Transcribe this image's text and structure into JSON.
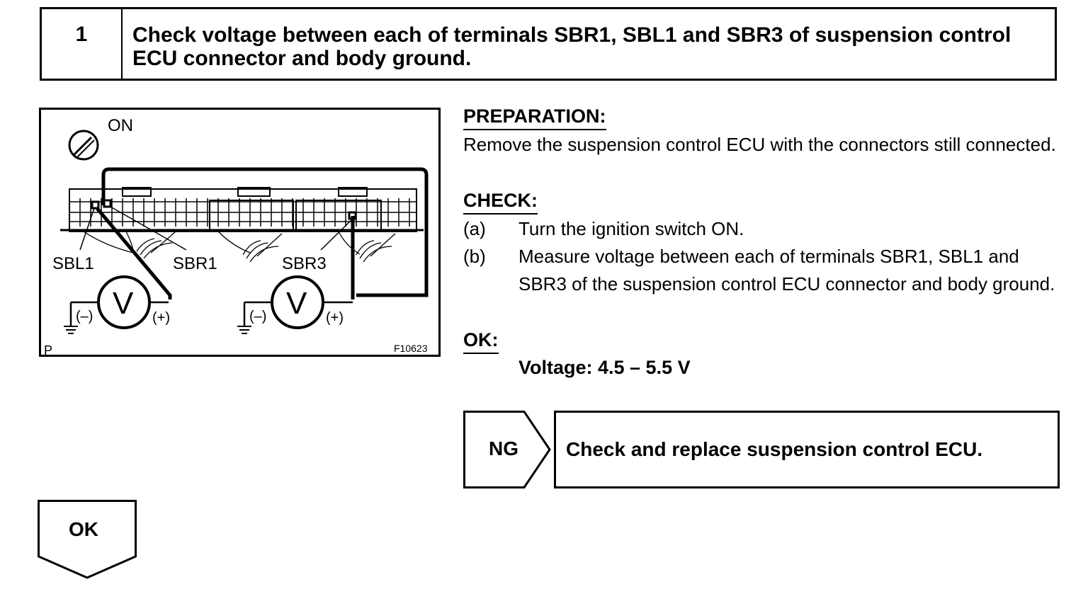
{
  "step": {
    "number": "1",
    "title": "Check voltage between each of terminals SBR1, SBL1 and SBR3 of suspension control ECU connector and body ground."
  },
  "figure": {
    "ignition_label": "ON",
    "terminal_labels": [
      "SBL1",
      "SBR1",
      "SBR3"
    ],
    "meter_symbol": "V",
    "neg_label": "(–)",
    "pos_label": "(+)",
    "corner_mark": "P",
    "figure_code": "F10623"
  },
  "preparation": {
    "heading": "PREPARATION:",
    "text": "Remove the suspension control ECU with the connectors still connected."
  },
  "check": {
    "heading": "CHECK:",
    "items": [
      {
        "letter": "(a)",
        "text": "Turn the ignition switch ON."
      },
      {
        "letter": "(b)",
        "text": "Measure voltage between each of terminals SBR1, SBL1 and SBR3 of the suspension control ECU connector and body ground."
      }
    ]
  },
  "ok": {
    "heading": "OK:",
    "spec": "Voltage: 4.5 – 5.5 V"
  },
  "ng_branch": {
    "label": "NG",
    "action": "Check and replace suspension control ECU."
  },
  "ok_branch": {
    "label": "OK"
  }
}
